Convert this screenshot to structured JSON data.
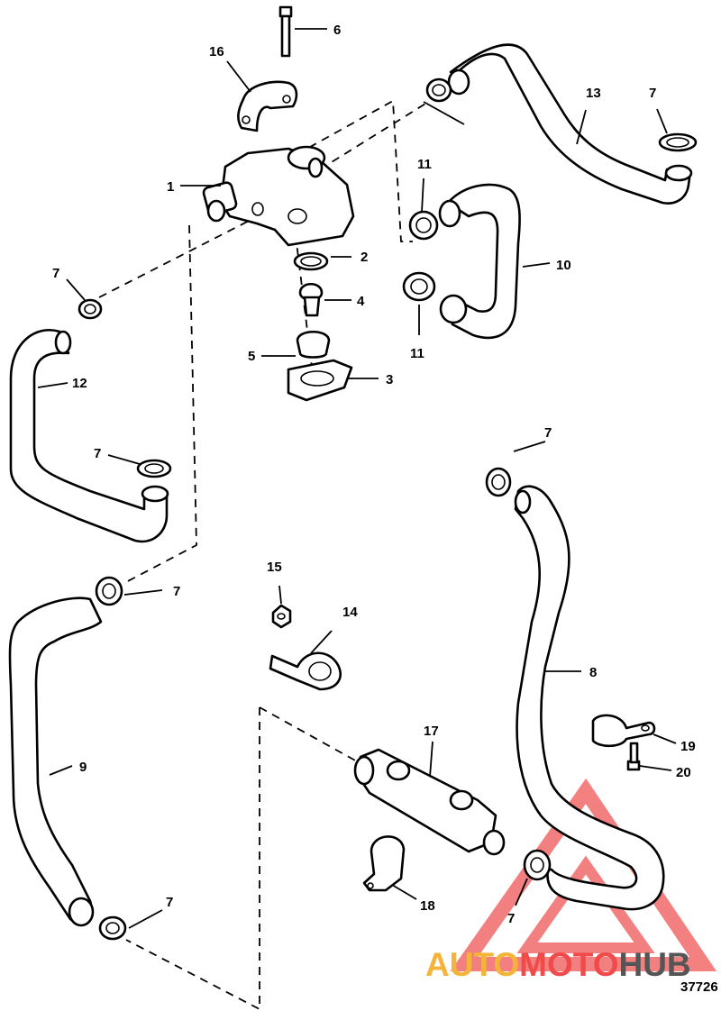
{
  "callouts": [
    {
      "key": "c1",
      "label": "1"
    },
    {
      "key": "c2",
      "label": "2"
    },
    {
      "key": "c3",
      "label": "3"
    },
    {
      "key": "c4",
      "label": "4"
    },
    {
      "key": "c5",
      "label": "5"
    },
    {
      "key": "c6",
      "label": "6"
    },
    {
      "key": "c7a",
      "label": "7"
    },
    {
      "key": "c7b",
      "label": "7"
    },
    {
      "key": "c7c",
      "label": "7"
    },
    {
      "key": "c7d",
      "label": "7"
    },
    {
      "key": "c7e",
      "label": "7"
    },
    {
      "key": "c7f",
      "label": "7"
    },
    {
      "key": "c7g",
      "label": "7"
    },
    {
      "key": "c8",
      "label": "8"
    },
    {
      "key": "c9",
      "label": "9"
    },
    {
      "key": "c10",
      "label": "10"
    },
    {
      "key": "c11a",
      "label": "11"
    },
    {
      "key": "c11b",
      "label": "11"
    },
    {
      "key": "c12",
      "label": "12"
    },
    {
      "key": "c13",
      "label": "13"
    },
    {
      "key": "c14",
      "label": "14"
    },
    {
      "key": "c15",
      "label": "15"
    },
    {
      "key": "c16",
      "label": "16"
    },
    {
      "key": "c17",
      "label": "17"
    },
    {
      "key": "c18",
      "label": "18"
    },
    {
      "key": "c19",
      "label": "19"
    },
    {
      "key": "c20",
      "label": "20"
    }
  ],
  "watermark": {
    "part1": "AUTO",
    "part2": "MOTO",
    "part3": "HUB",
    "color1": "#f4b43a",
    "color2": "#f04a4a",
    "color3": "#555555"
  },
  "reference_number": "37726"
}
